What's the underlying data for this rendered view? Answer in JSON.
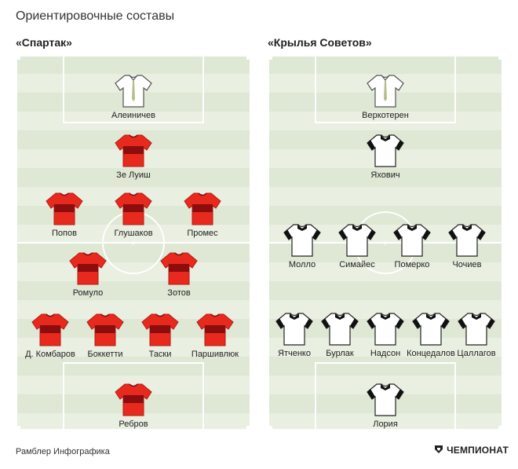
{
  "title": "Ориентировочные составы",
  "footer": "Рамблер Инфографика",
  "brand": "ЧЕМПИОНАТ",
  "colors": {
    "spartak_kit": "#e8291e",
    "spartak_stripe": "#8b0d0d",
    "kryl_kit": "#ffffff"
  },
  "spartak": {
    "name": "«Спартак»",
    "players": [
      {
        "name": "Алеиничев",
        "kit": "gk"
      },
      {
        "name": "Зе Луиш",
        "kit": "red"
      },
      {
        "name": "Попов",
        "kit": "red"
      },
      {
        "name": "Глушаков",
        "kit": "red"
      },
      {
        "name": "Промес",
        "kit": "red"
      },
      {
        "name": "Ромуло",
        "kit": "red"
      },
      {
        "name": "Зотов",
        "kit": "red"
      },
      {
        "name": "Д. Комбаров",
        "kit": "red"
      },
      {
        "name": "Боккетти",
        "kit": "red"
      },
      {
        "name": "Таски",
        "kit": "red"
      },
      {
        "name": "Паршивлюк",
        "kit": "red"
      },
      {
        "name": "Ребров",
        "kit": "red"
      }
    ]
  },
  "kryl": {
    "name": "«Крылья Советов»",
    "players": [
      {
        "name": "Веркотерен",
        "kit": "gk"
      },
      {
        "name": "Яхович",
        "kit": "white"
      },
      {
        "name": "Молло",
        "kit": "white"
      },
      {
        "name": "Симайес",
        "kit": "white"
      },
      {
        "name": "Померко",
        "kit": "white"
      },
      {
        "name": "Чочиев",
        "kit": "white"
      },
      {
        "name": "Ятченко",
        "kit": "white"
      },
      {
        "name": "Бурлак",
        "kit": "white"
      },
      {
        "name": "Надсон",
        "kit": "white"
      },
      {
        "name": "Концедалов",
        "kit": "white"
      },
      {
        "name": "Цаллагов",
        "kit": "white"
      },
      {
        "name": "Лория",
        "kit": "white"
      }
    ]
  }
}
